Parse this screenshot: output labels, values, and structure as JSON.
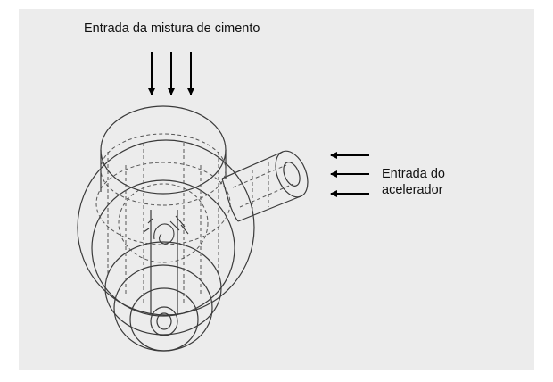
{
  "figure": {
    "background": "#ececec",
    "line_color": "#3a3a3a",
    "arrow_color": "#000000"
  },
  "labels": {
    "cement_inlet": "Entrada da mistura de cimento",
    "accelerator_inlet_line1": "Entrada do",
    "accelerator_inlet_line2": "acelerador"
  },
  "arrows": {
    "cement_inlet_count": 3,
    "accelerator_inlet_count": 3
  }
}
